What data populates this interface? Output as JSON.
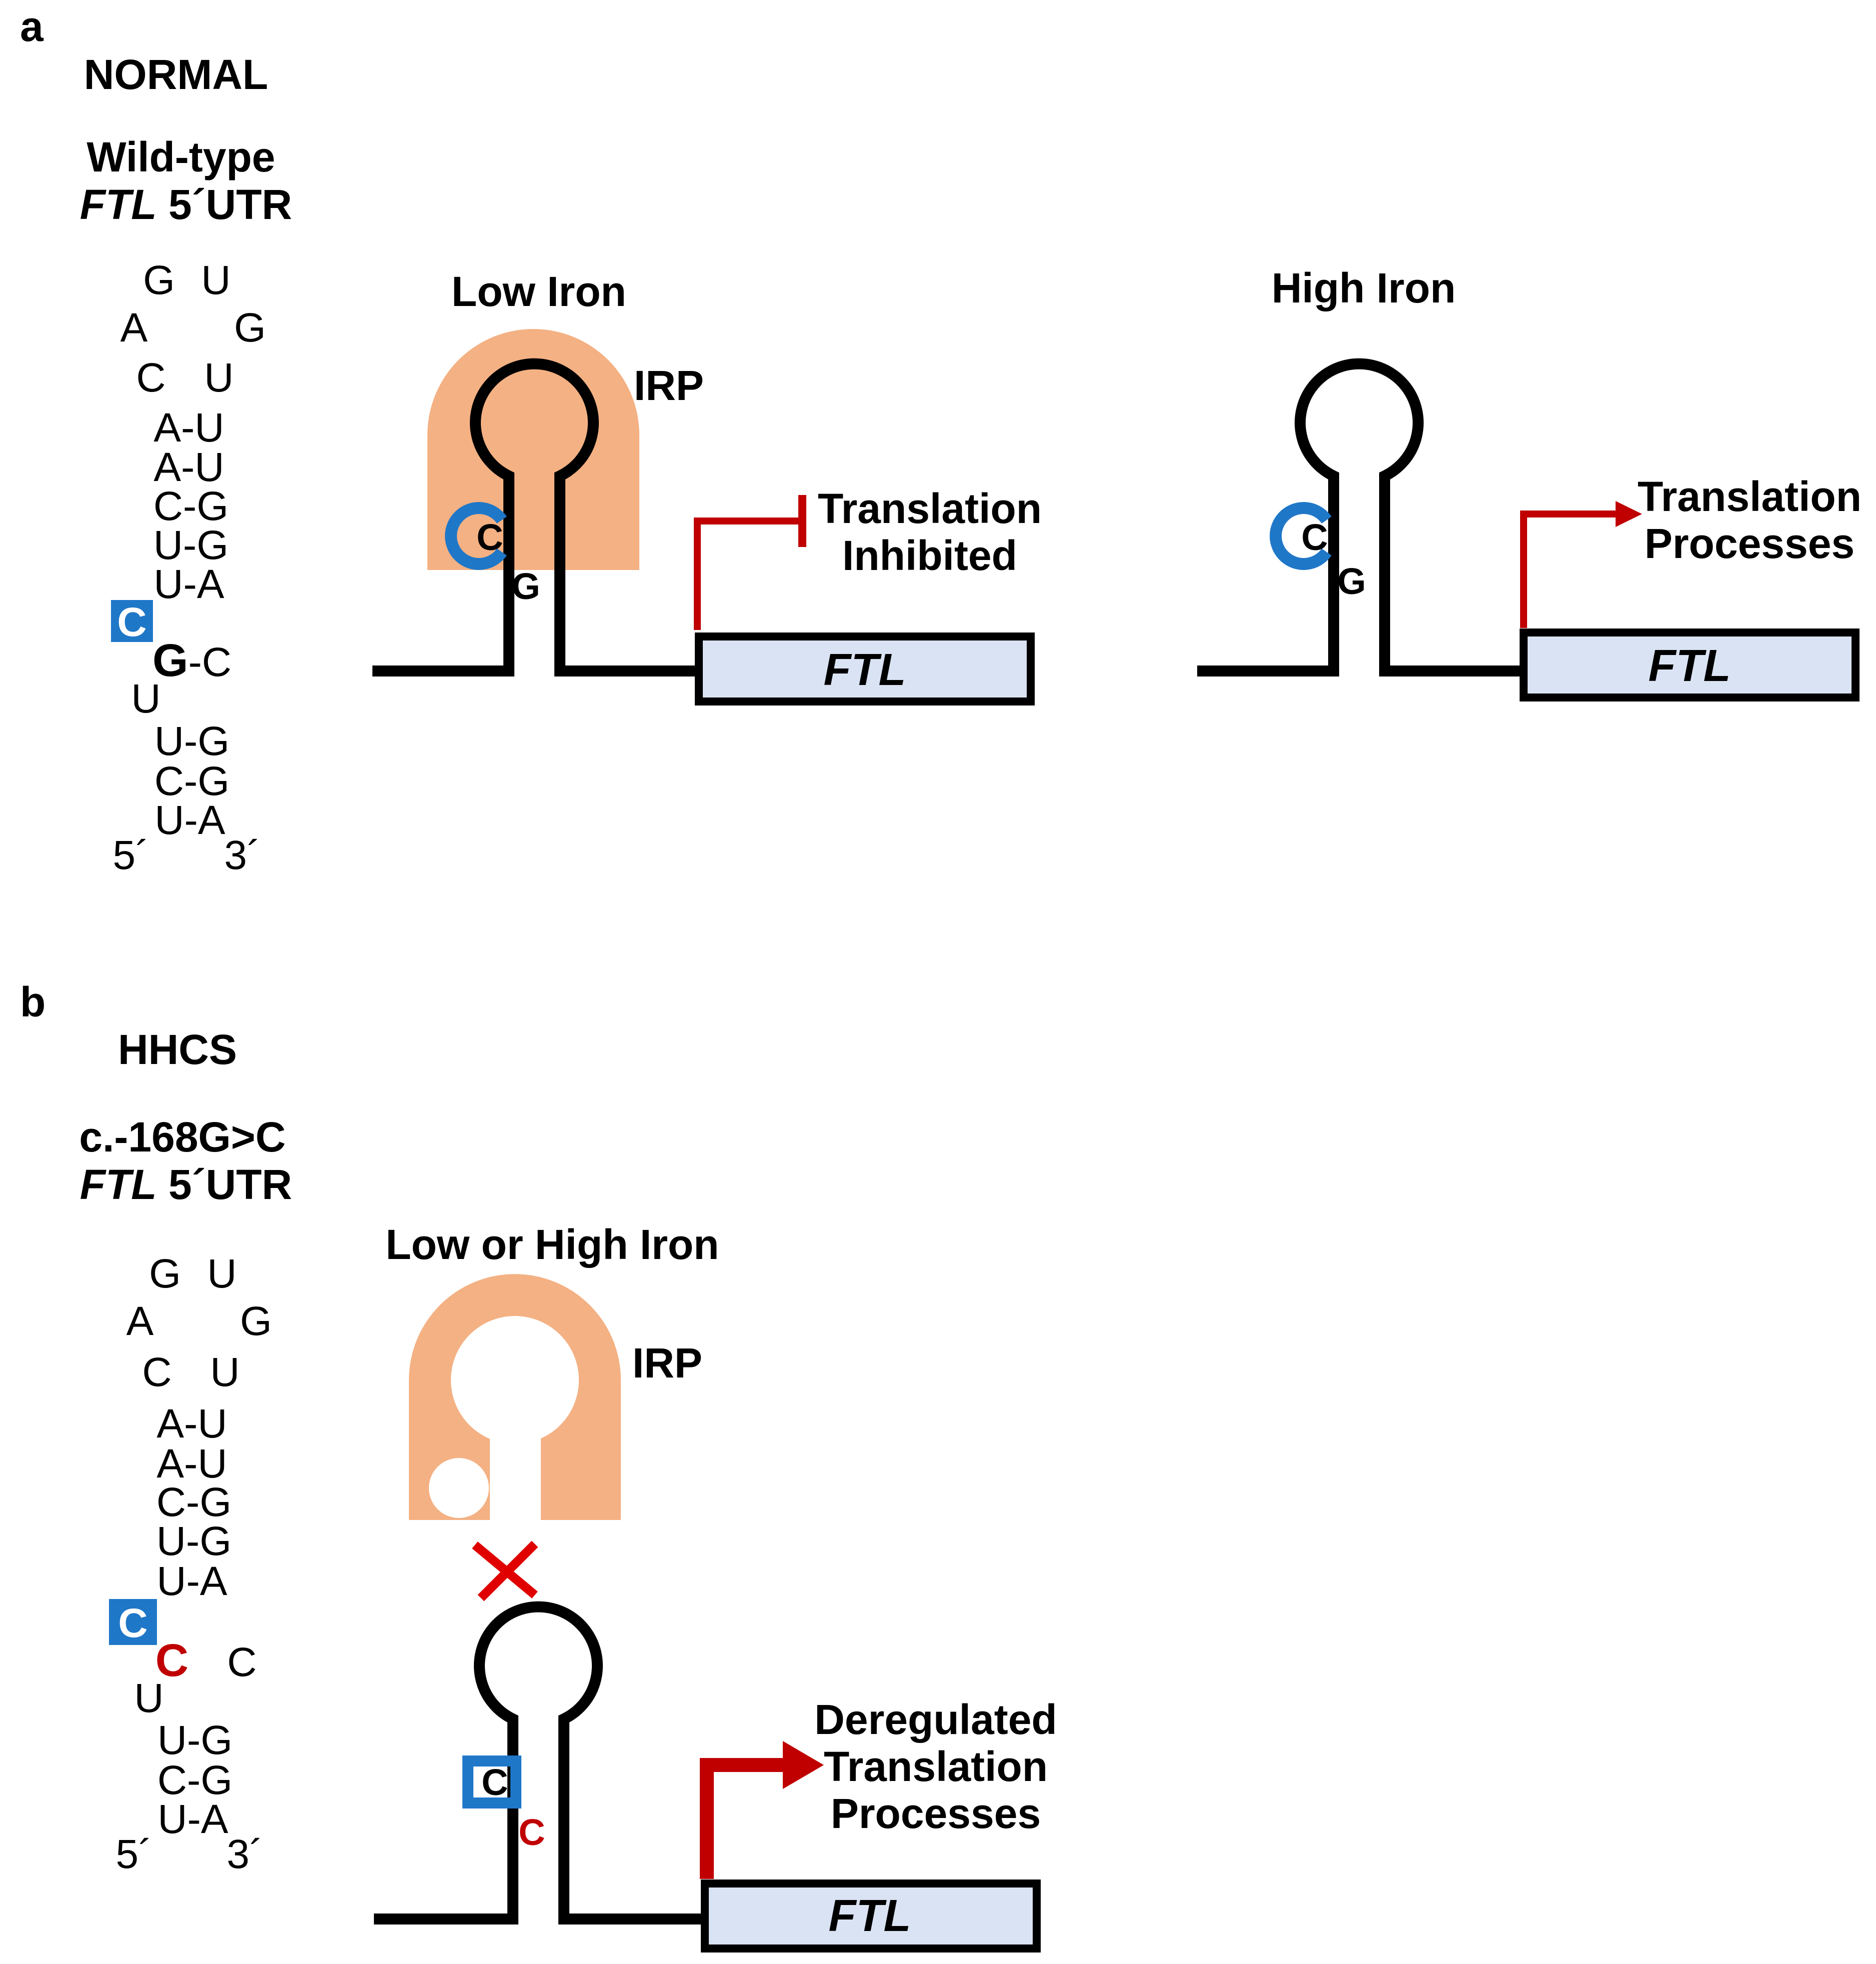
{
  "colors": {
    "irp": "#f4b183",
    "highlight_blue": "#1f77c8",
    "mutation_red": "#c00000",
    "gene_box_fill": "#dae3f3",
    "outline": "#000000"
  },
  "panel_a": {
    "letter": "a",
    "title": "NORMAL",
    "subtitle_line1": "Wild-type",
    "subtitle_gene": "FTL",
    "subtitle_rest": " 5´UTR",
    "structure": {
      "loop_top": [
        "G",
        "U"
      ],
      "loop_mid": [
        "A",
        "G"
      ],
      "loop_bottom": [
        "C",
        "U"
      ],
      "pairs_upper": [
        "A-U",
        "A-U",
        "C-G",
        "U-G",
        "U-A"
      ],
      "bulge_c": "C",
      "gc_g": "G",
      "gc_rest": "-C",
      "bulge_u": "U",
      "pairs_lower": [
        "U-G",
        "C-G",
        "U-A"
      ],
      "end5": "5´",
      "end3": "3´"
    },
    "low_iron": {
      "label": "Low Iron",
      "irp": "IRP",
      "c": "C",
      "g": "G",
      "result_line1": "Translation",
      "result_line2": "Inhibited",
      "gene": "FTL"
    },
    "high_iron": {
      "label": "High Iron",
      "c": "C",
      "g": "G",
      "result_line1": "Translation",
      "result_line2": "Processes",
      "gene": "FTL"
    }
  },
  "panel_b": {
    "letter": "b",
    "title": "HHCS",
    "subtitle_line1": "c.-168G>C",
    "subtitle_gene": "FTL",
    "subtitle_rest": " 5´UTR",
    "structure": {
      "loop_top": [
        "G",
        "U"
      ],
      "loop_mid": [
        "A",
        "G"
      ],
      "loop_bottom": [
        "C",
        "U"
      ],
      "pairs_upper": [
        "A-U",
        "A-U",
        "C-G",
        "U-G",
        "U-A"
      ],
      "bulge_c": "C",
      "mutant_c": "C",
      "opposite_c": "C",
      "bulge_u": "U",
      "pairs_lower": [
        "U-G",
        "C-G",
        "U-A"
      ],
      "end5": "5´",
      "end3": "3´"
    },
    "mutant": {
      "label": "Low or High Iron",
      "irp": "IRP",
      "c": "C",
      "mutant_c": "C",
      "result_line1": "Deregulated",
      "result_line2": "Translation",
      "result_line3": "Processes",
      "gene": "FTL"
    }
  }
}
